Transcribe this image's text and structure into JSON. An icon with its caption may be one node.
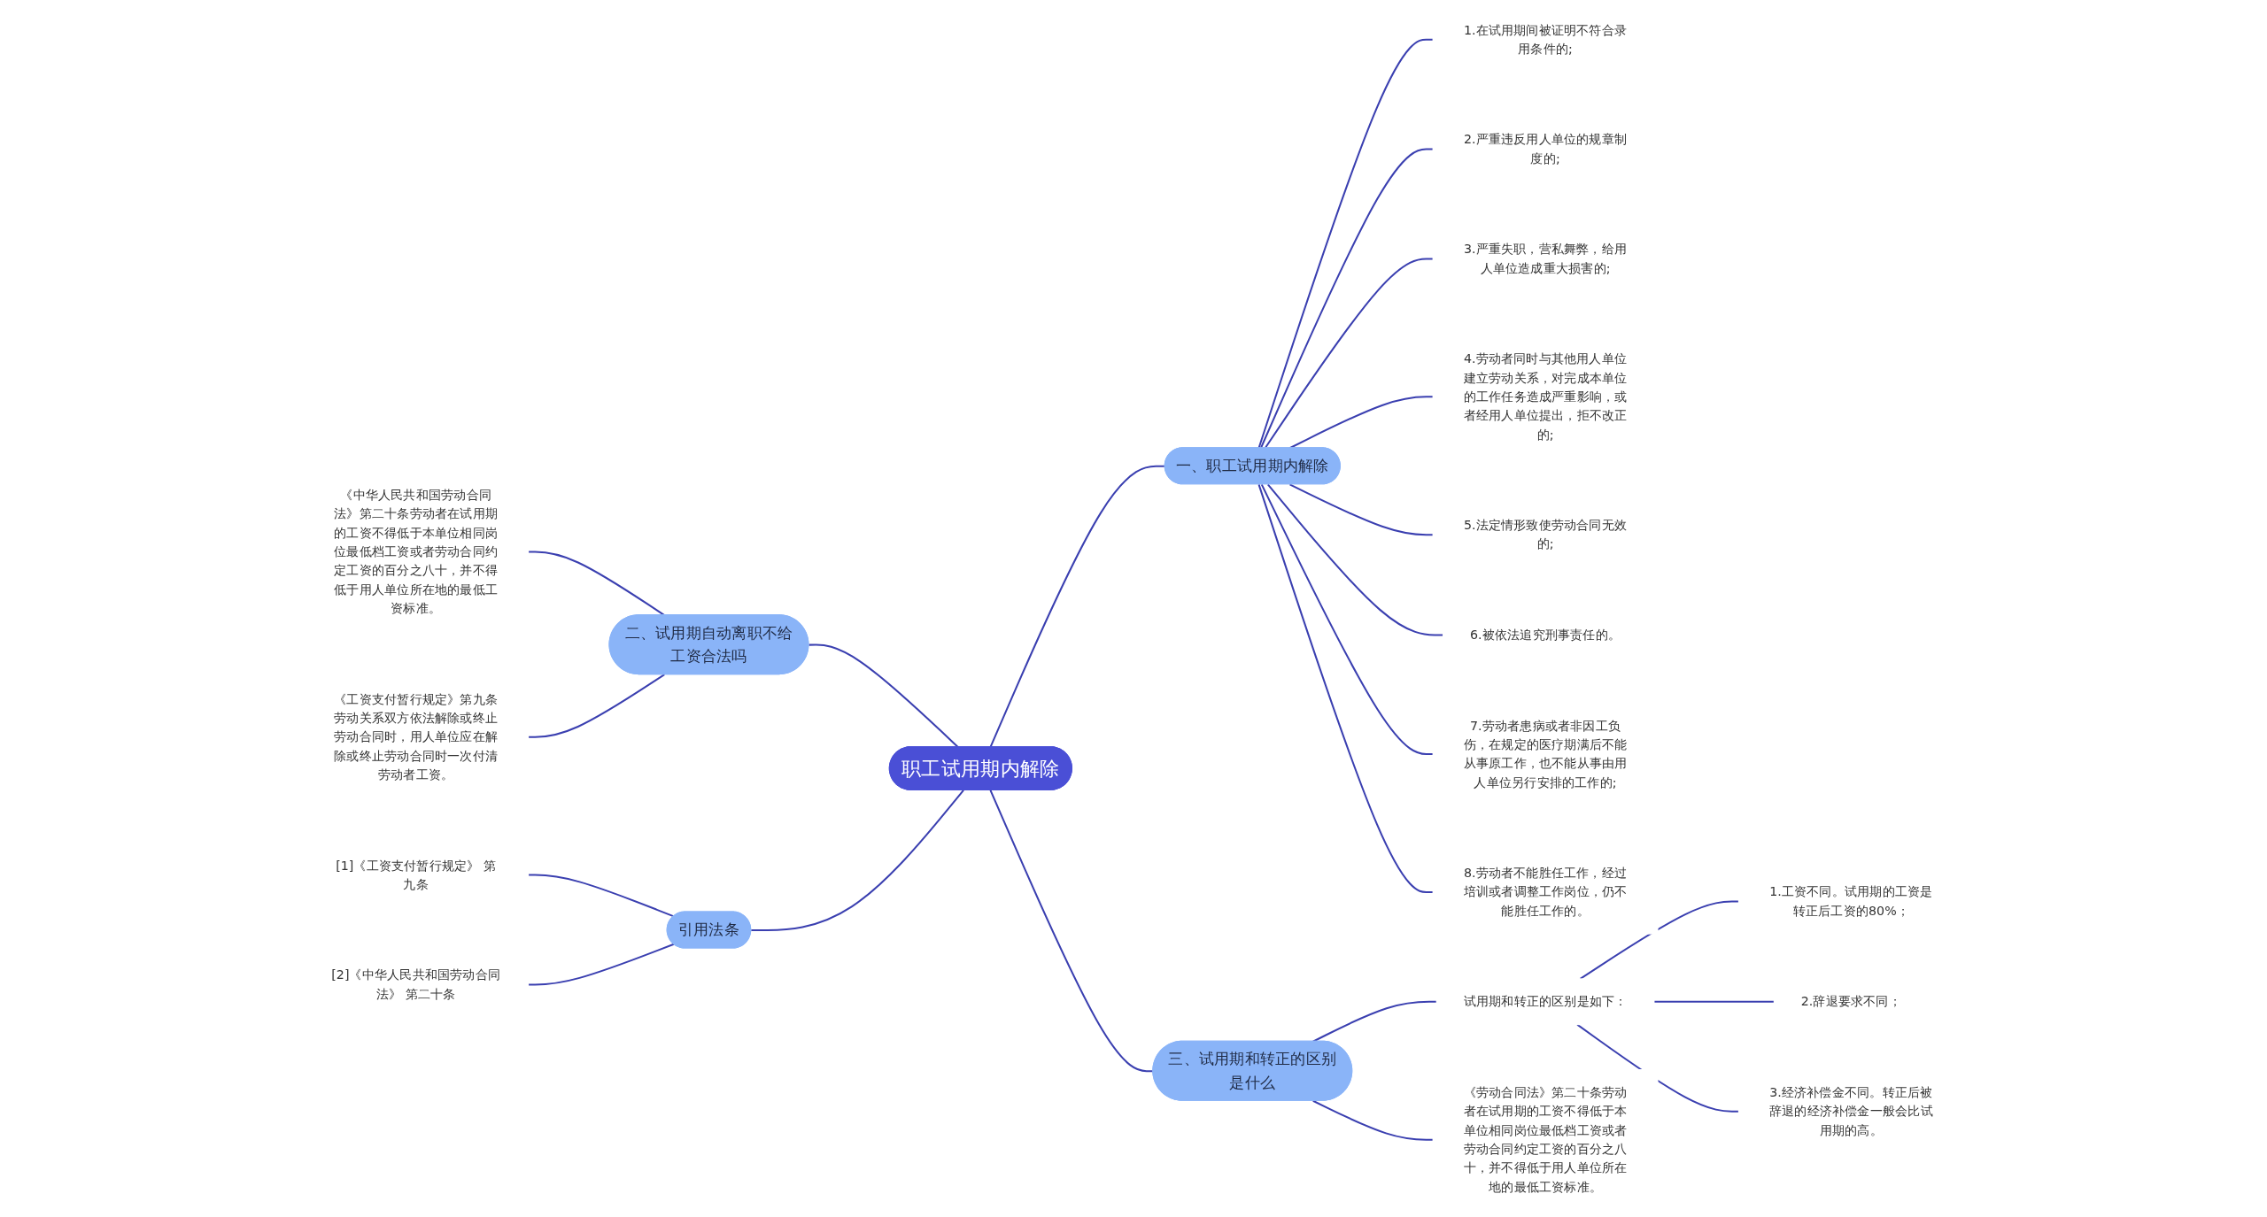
{
  "diagram": {
    "nodes": [
      {
        "text": [
          "职工试用期内解除"
        ]
      },
      {
        "text": [
          "一、职工试用期内解除"
        ]
      },
      {
        "text": [
          "1.在试用期间被证明不符合录用条件的;"
        ]
      },
      {
        "text": [
          "2.严重违反用人单位的规章制度的;"
        ]
      },
      {
        "text": [
          "3.严重失职，营私舞弊，给用人单位造成重大损害的;"
        ]
      },
      {
        "text": [
          "4.劳动者同时与其他用人单位建立劳动关系，对完成本单位的工作任务造成严重影响，或者经用人单位提出，拒不改正的;"
        ]
      },
      {
        "text": [
          "5.法定情形致使劳动合同无效的;"
        ]
      },
      {
        "text": [
          "6.被依法追究刑事责任的。"
        ]
      },
      {
        "text": [
          "7.劳动者患病或者非因工负伤，在规定的医疗期满后不能从事原工作，也不能从事由用人单位另行安排的工作的;"
        ]
      },
      {
        "text": [
          "8.劳动者不能胜任工作，经过培训或者调整工作岗位，仍不能胜任工作的。"
        ]
      },
      {
        "text": [
          "二、试用期自动离职不给工资合法吗"
        ]
      },
      {
        "text": [
          "《中华人民共和国劳动合同法》第二十条劳动者在试用期的工资不得低于本单位相同岗位最低档工资或者劳动合同约定工资的百分之八十，并不得低于用人单位所在地的最低工资标准。"
        ]
      },
      {
        "text": [
          "《工资支付暂行规定》第九条劳动关系双方依法解除或终止劳动合同时，用人单位应在解除或终止劳动合同时一次付清劳动者工资。"
        ]
      },
      {
        "text": [
          "引用法条"
        ]
      },
      {
        "text": [
          "[1]《工资支付暂行规定》 第九条"
        ]
      },
      {
        "text": [
          "[2]《中华人民共和国劳动合同法》 第二十条"
        ]
      },
      {
        "text": [
          "三、试用期和转正的区别是什么"
        ]
      },
      {
        "text": [
          "试用期和转正的区别是如下："
        ]
      },
      {
        "text": [
          "1.工资不同。试用期的工资是转正后工资的80%；"
        ]
      },
      {
        "text": [
          "2.辞退要求不同；"
        ]
      },
      {
        "text": [
          "3.经济补偿金不同。转正后被辞退的经济补偿金一般会比试用期的高。"
        ]
      },
      {
        "text": [
          "《劳动合同法》第二十条劳动者在试用期的工资不得低于本单位相同岗位最低档工资或者劳动合同约定工资的百分之八十，并不得低于用人单位所在地的最低工资标准。"
        ]
      }
    ],
    "edges": [
      {
        "from": 0,
        "to": 1,
        "arrow": "none"
      },
      {
        "from": 1,
        "to": 2,
        "arrow": "none"
      },
      {
        "from": 1,
        "to": 3,
        "arrow": "none"
      },
      {
        "from": 1,
        "to": 4,
        "arrow": "none"
      },
      {
        "from": 1,
        "to": 5,
        "arrow": "none"
      },
      {
        "from": 1,
        "to": 6,
        "arrow": "none"
      },
      {
        "from": 1,
        "to": 7,
        "arrow": "none"
      },
      {
        "from": 1,
        "to": 8,
        "arrow": "none"
      },
      {
        "from": 1,
        "to": 9,
        "arrow": "none"
      },
      {
        "from": 0,
        "to": 10,
        "arrow": "none"
      },
      {
        "from": 10,
        "to": 11,
        "arrow": "none"
      },
      {
        "from": 10,
        "to": 12,
        "arrow": "none"
      },
      {
        "from": 0,
        "to": 13,
        "arrow": "none"
      },
      {
        "from": 13,
        "to": 14,
        "arrow": "none"
      },
      {
        "from": 13,
        "to": 15,
        "arrow": "none"
      },
      {
        "from": 0,
        "to": 16,
        "arrow": "none"
      },
      {
        "from": 16,
        "to": 17,
        "arrow": "none"
      },
      {
        "from": 17,
        "to": 18,
        "arrow": "none"
      },
      {
        "from": 17,
        "to": 19,
        "arrow": "none"
      },
      {
        "from": 17,
        "to": 20,
        "arrow": "none"
      },
      {
        "from": 16,
        "to": 21,
        "arrow": "none"
      }
    ]
  }
}
